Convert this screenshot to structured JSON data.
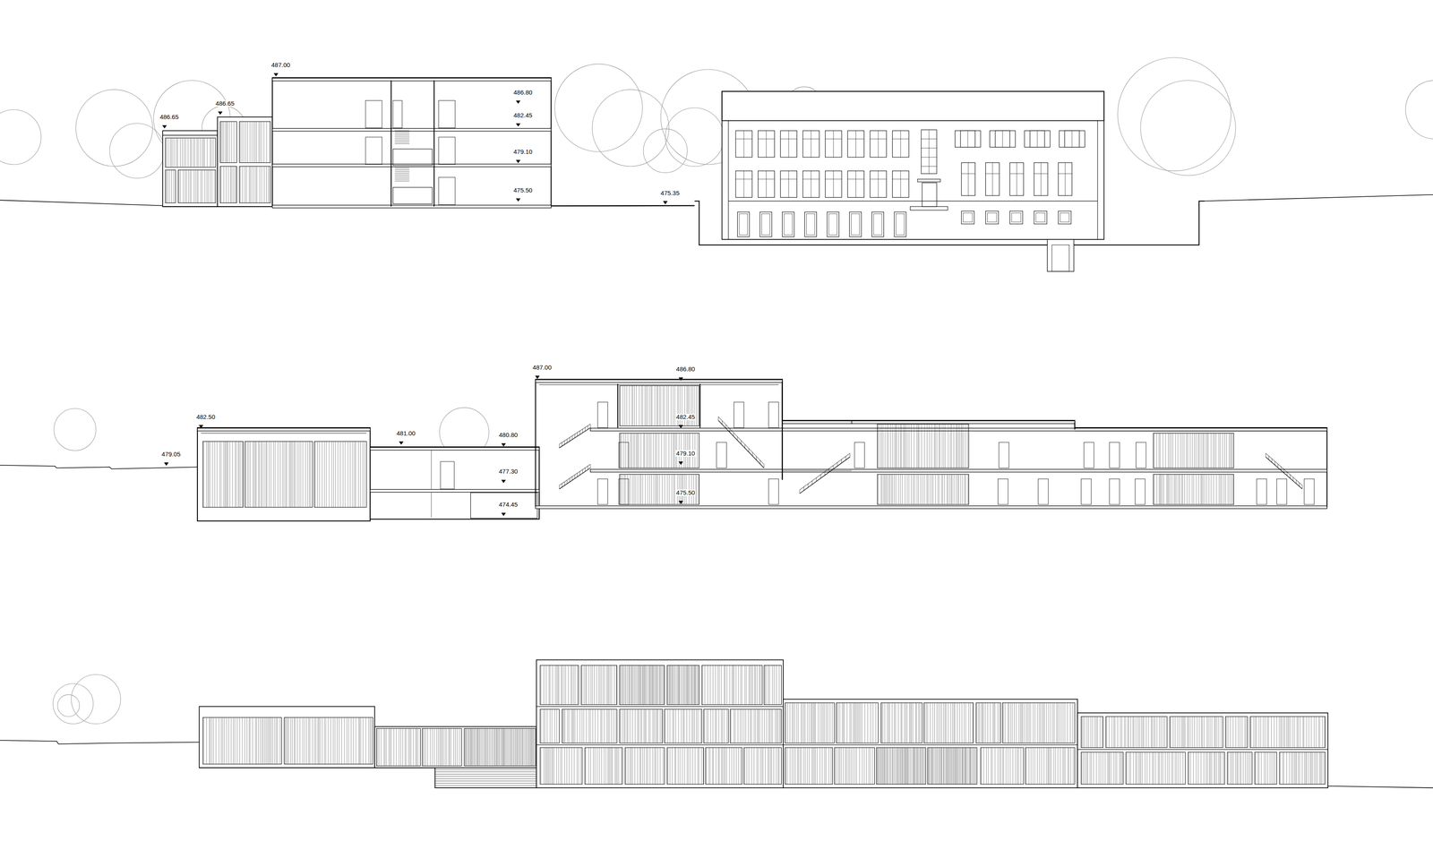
{
  "diagram": {
    "labels": [
      "487.00",
      "486.80",
      "486.65",
      "486.65",
      "482.45",
      "479.10",
      "475.50",
      "475.35",
      "487.00",
      "486.80",
      "482.50",
      "481.00",
      "480.80",
      "482.45",
      "479.10",
      "479.05",
      "477.30",
      "475.50",
      "474.45"
    ]
  }
}
